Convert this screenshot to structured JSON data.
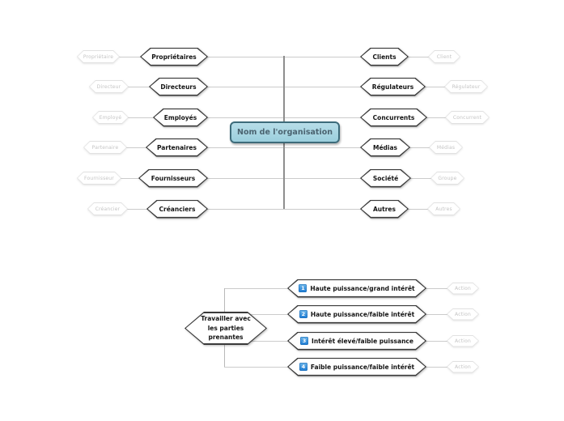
{
  "diagram": {
    "center": {
      "label": "Nom de l'organisation"
    },
    "stakeholders": {
      "left": [
        {
          "group": "Propriétaires",
          "example": "Propriétaire"
        },
        {
          "group": "Directeurs",
          "example": "Directeur"
        },
        {
          "group": "Employés",
          "example": "Employé"
        },
        {
          "group": "Partenaires",
          "example": "Partenaire"
        },
        {
          "group": "Fournisseurs",
          "example": "Fournisseur"
        },
        {
          "group": "Créanciers",
          "example": "Créancier"
        }
      ],
      "right": [
        {
          "group": "Clients",
          "example": "Client"
        },
        {
          "group": "Régulateurs",
          "example": "Régulateur"
        },
        {
          "group": "Concurrents",
          "example": "Concurrent"
        },
        {
          "group": "Médias",
          "example": "Médias"
        },
        {
          "group": "Société",
          "example": "Groupe"
        },
        {
          "group": "Autres",
          "example": "Autres"
        }
      ]
    },
    "work_with": {
      "root": "Travailler avec\nles parties\nprenantes",
      "items": [
        {
          "num": "1",
          "label": "Haute puissance/grand intérêt",
          "action": "Action"
        },
        {
          "num": "2",
          "label": "Haute puissance/faible intérêt",
          "action": "Action"
        },
        {
          "num": "3",
          "label": "Intérêt élevé/faible puissance",
          "action": "Action"
        },
        {
          "num": "4",
          "label": "Faible puissance/faible intérêt",
          "action": "Action"
        }
      ]
    },
    "colors": {
      "center_fill": "#b7dde8",
      "center_border": "#3d6b7a",
      "center_text": "#4a6370",
      "badge_top": "#6fb7ea",
      "badge_bottom": "#1b7ad2",
      "node_border": "#3a3a3a",
      "line": "#cbcbcb",
      "trunk": "#8e8e8e"
    }
  }
}
